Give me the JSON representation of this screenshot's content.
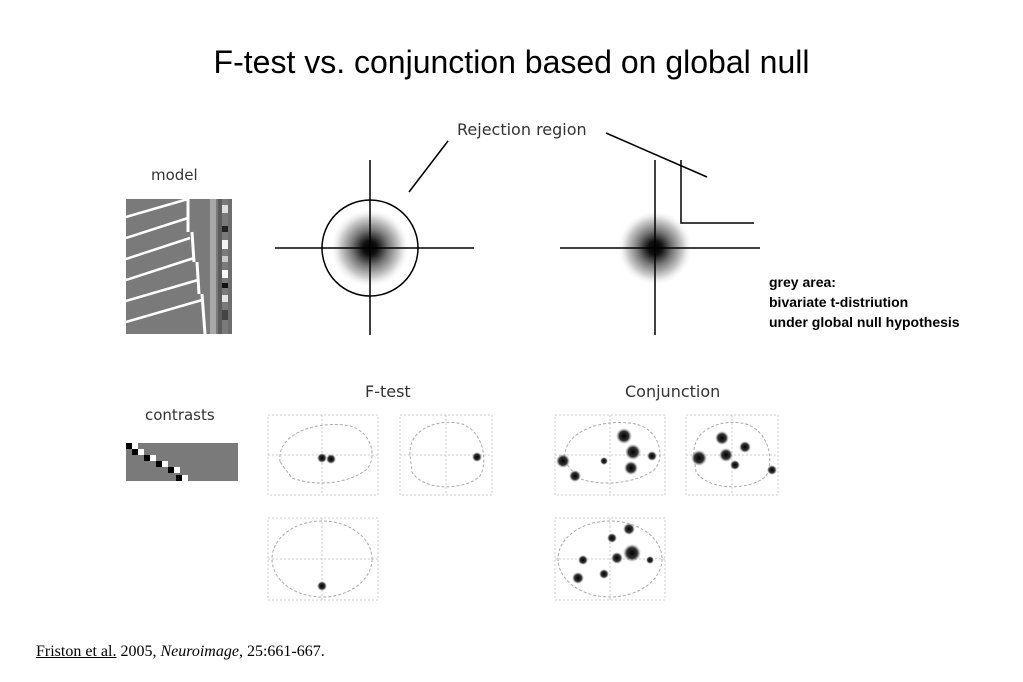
{
  "slide": {
    "title": "F-test vs. conjunction based on global null",
    "labels": {
      "model": "model",
      "contrasts": "contrasts",
      "rejection_region": "Rejection region",
      "f_test": "F-test",
      "conjunction": "Conjunction"
    },
    "grey_note": {
      "line1": "grey area:",
      "line2": "bivariate t-distriution",
      "line3": "under global null hypothesis"
    },
    "citation": {
      "authors": "Friston et al.",
      "year": " 2005, ",
      "journal": "Neuroimage",
      "ref": ", 25:661-667."
    }
  }
}
